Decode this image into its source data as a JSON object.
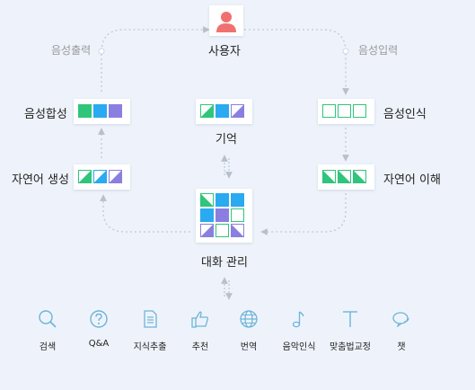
{
  "nodes": {
    "user": "사용자",
    "speech_synthesis": "음성합성",
    "speech_recognition": "음성인식",
    "memory": "기억",
    "nl_generation": "자연어 생성",
    "nl_understanding": "자연어 이해",
    "dialog_management": "대화 관리"
  },
  "edges": {
    "speech_output": "음성출력",
    "speech_input": "음성입력"
  },
  "services": [
    {
      "label": "검색",
      "icon": "search-icon"
    },
    {
      "label": "Q&A",
      "icon": "question-icon"
    },
    {
      "label": "지식추출",
      "icon": "document-icon"
    },
    {
      "label": "추천",
      "icon": "thumbs-up-icon"
    },
    {
      "label": "번역",
      "icon": "globe-icon"
    },
    {
      "label": "음악인식",
      "icon": "music-note-icon"
    },
    {
      "label": "맞춤법교정",
      "icon": "text-icon"
    },
    {
      "label": "챗",
      "icon": "chat-bubble-icon"
    }
  ],
  "colors": {
    "background": "#eef3fb",
    "green": "#2fc57a",
    "blue": "#2aaaf0",
    "purple": "#8a7fe0",
    "user_icon": "#f07070",
    "service_icon": "#6cb4d8",
    "connector": "#c0c8d4",
    "edge_label": "#999999"
  }
}
